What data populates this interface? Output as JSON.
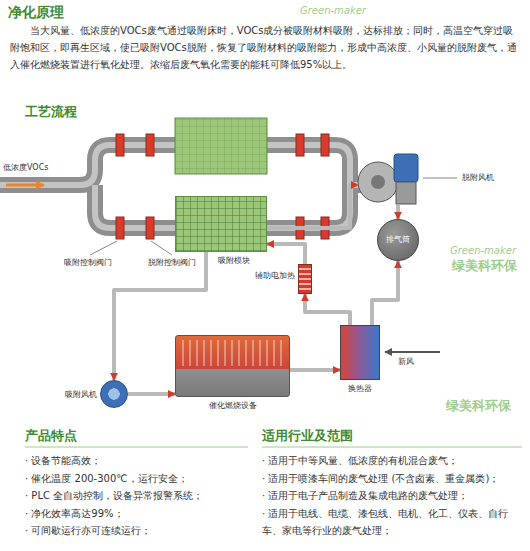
{
  "diagram": {
    "nodes": [
      {
        "text": [
          "吸附模块"
        ]
      },
      {
        "text": [
          "脱附风机"
        ]
      },
      {
        "text": [
          "排气筒"
        ]
      },
      {
        "text": [
          "辅助电加热"
        ]
      },
      {
        "text": [
          "换热器"
        ]
      },
      {
        "text": [
          "催化燃烧设备"
        ]
      },
      {
        "text": [
          "吸附风机"
        ]
      }
    ],
    "edges": [
      {
        "from": 0,
        "to": 6,
        "arrow": "to"
      },
      {
        "from": 6,
        "to": 5,
        "arrow": "to"
      },
      {
        "from": 5,
        "to": 4,
        "arrow": "to"
      },
      {
        "from": 4,
        "to": 3,
        "arrow": "to"
      },
      {
        "from": 3,
        "to": 0,
        "arrow": "to"
      },
      {
        "from": 4,
        "to": 2,
        "arrow": "to"
      },
      {
        "from": 0,
        "to": 1,
        "arrow": "to"
      },
      {
        "from": 1,
        "to": 2,
        "arrow": "to"
      }
    ],
    "labels": [
      "净化原理",
      "当大风量、低浓度的VOCs废气通过吸附床时，VOCs成分被吸附材料吸附，达标排放；同时，高温空气穿过吸附饱和区，即再生区域，使已吸附VOCs脱附，恢复了吸附材料的吸附能力，形成中高浓度、小风量的脱附废气，通入催化燃烧装置进行氧化处理。浓缩后废气氧化需要的能耗可降低95%以上。",
      "Green-maker",
      "工艺流程",
      "低浓度VOCs",
      "吸附控制阀门",
      "脱附控制阀门",
      "Green-maker",
      "绿美科环保",
      "新风",
      "绿美科环保",
      "产品特点",
      "适用行业及范围",
      "· 设备节能高效；",
      "· 催化温度 200-300℃，运行安全；",
      "· PLC 全自动控制，设备异常报警系统；",
      "· 净化效率高达99%；",
      "· 可间歇运行亦可连续运行；",
      "· 适用于中等风量、低浓度的有机混合废气；",
      "· 适用于喷漆车间的废气处理 (不含卤素、重金属类)；",
      "· 适用于电子产品制造及集成电路的废气处理；",
      "· 适用于电线、电缆、漆包线、电机、化工、仪表、自行车、家电等行业的废气处理；"
    ]
  }
}
